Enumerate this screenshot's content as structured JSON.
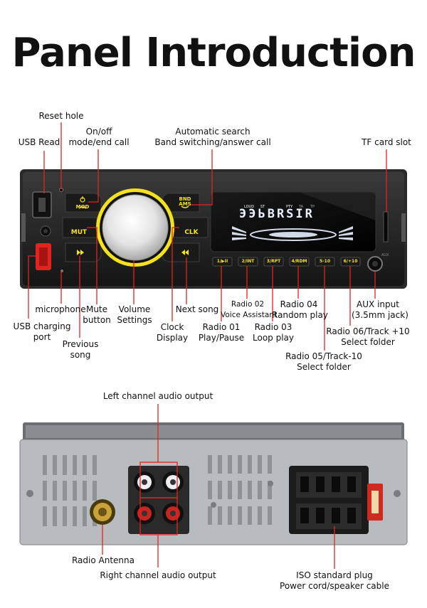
{
  "title": "Panel Introduction",
  "front": {
    "buttons": {
      "mod": "MOD",
      "mut": "MUT",
      "bnd": "BND",
      "ams": "AMS",
      "clk": "CLK",
      "presets": [
        "1/▶II",
        "2/INT",
        "3/RPT",
        "4/RDM",
        "5-10",
        "6/+10"
      ]
    },
    "display": {
      "indicators": [
        "LOUD",
        "ST",
        "PTY",
        "TA",
        "TP"
      ],
      "text": "ЭЭЬBRSIR",
      "aux_mark": "AUX"
    },
    "labels": {
      "reset_hole": "Reset hole",
      "usb_read": "USB Read",
      "onoff_l1": "On/off",
      "onoff_l2": "mode/end call",
      "auto_l1": "Automatic search",
      "auto_l2": "Band switching/answer call",
      "tf": "TF card slot",
      "microphone": "microphone",
      "usb_charge_l1": "USB charging",
      "usb_charge_l2": "port",
      "mute_l1": "Mute",
      "mute_l2": "button",
      "prev_l1": "Previous",
      "prev_l2": "song",
      "volume_l1": "Volume",
      "volume_l2": "Settings",
      "clock_l1": "Clock",
      "clock_l2": "Display",
      "next": "Next song",
      "r01_l1": "Radio 01",
      "r01_l2": "Play/Pause",
      "r02_l1": "Radio 02",
      "r02_l2": "Voice Assistant",
      "r03_l1": "Radio 03",
      "r03_l2": "Loop play",
      "r04_l1": "Radio 04",
      "r04_l2": "Random play",
      "aux_l1": "AUX input",
      "aux_l2": "(3.5mm jack)",
      "r06_l1": "Radio 06/Track +10",
      "r06_l2": "Select folder",
      "r05_l1": "Radio 05/Track-10",
      "r05_l2": "Select folder"
    }
  },
  "rear": {
    "labels": {
      "left_audio": "Left channel audio output",
      "antenna": "Radio Antenna",
      "right_audio": "Right channel audio output",
      "iso_l1": "ISO standard plug",
      "iso_l2": "Power cord/speaker cable"
    }
  },
  "colors": {
    "accent_red": "#e3231f",
    "button_yellow": "#f3e21c",
    "display_blue": "#cfe3ff",
    "panel_black": "#1c1c1c"
  }
}
